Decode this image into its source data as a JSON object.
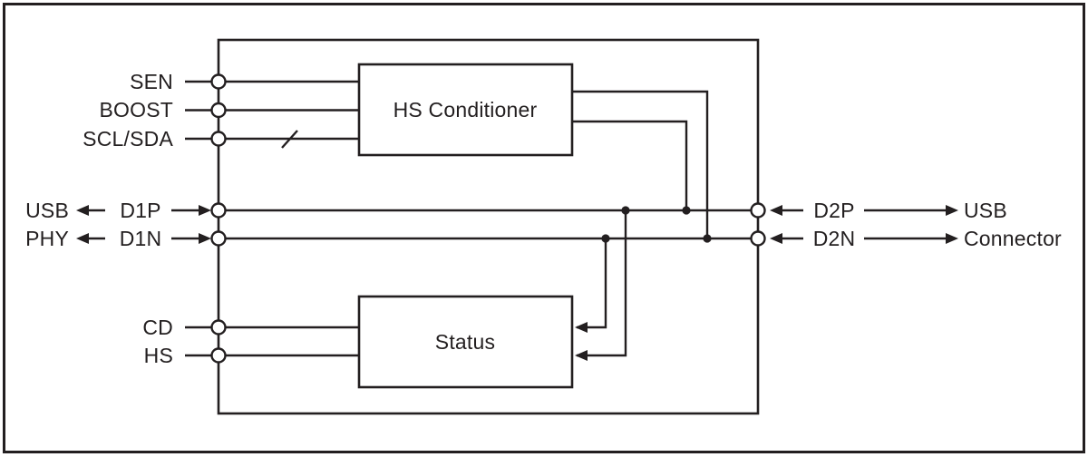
{
  "blocks": {
    "hs_conditioner": "HS Conditioner",
    "status": "Status"
  },
  "pins": {
    "sen": "SEN",
    "boost": "BOOST",
    "scl_sda": "SCL/SDA",
    "cd": "CD",
    "hs": "HS",
    "d1p": "D1P",
    "d1n": "D1N",
    "d2p": "D2P",
    "d2n": "D2N"
  },
  "external_labels": {
    "usb_phy_line1": "USB",
    "usb_phy_line2": "PHY",
    "usb_connector_line1": "USB",
    "usb_connector_line2": "Connector"
  },
  "colors": {
    "line": "#231f20",
    "background": "#ffffff"
  }
}
